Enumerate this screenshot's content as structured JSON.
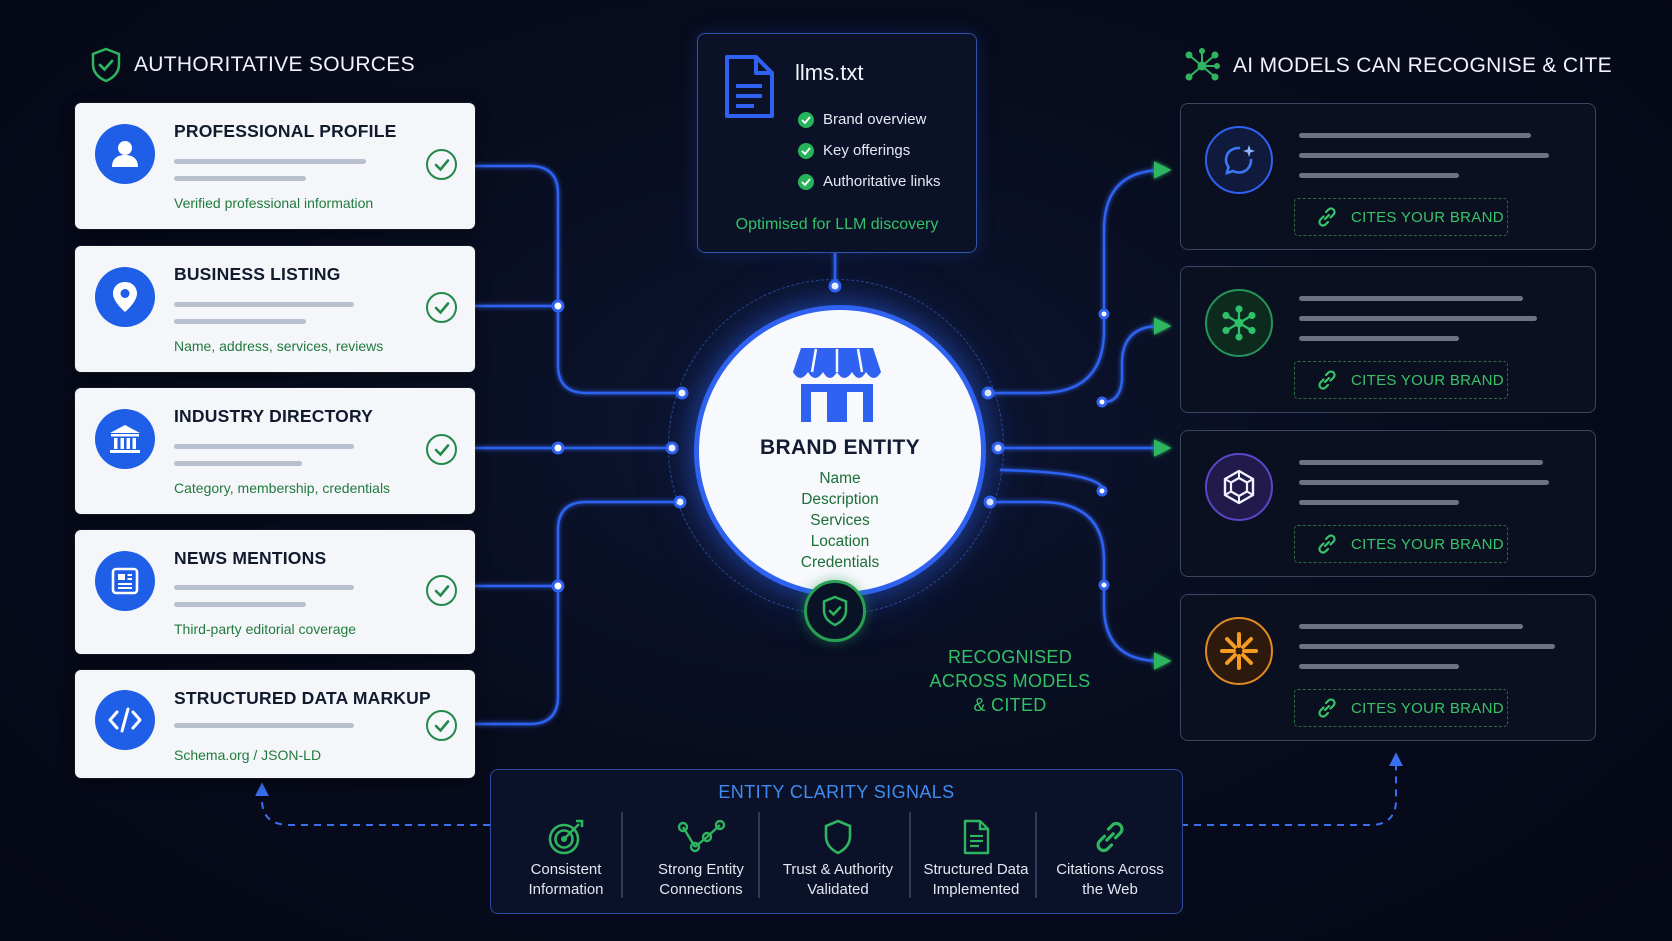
{
  "left_header": {
    "title": "AUTHORITATIVE SOURCES",
    "icon": "shield-check-icon"
  },
  "right_header": {
    "title": "AI MODELS CAN RECOGNISE & CITE",
    "icon": "network-nodes-icon"
  },
  "sources": [
    {
      "title": "PROFESSIONAL PROFILE",
      "desc": "Verified professional information",
      "icon": "user-icon"
    },
    {
      "title": "BUSINESS LISTING",
      "desc": "Name, address, services, reviews",
      "icon": "location-pin-icon"
    },
    {
      "title": "INDUSTRY DIRECTORY",
      "desc": "Category, membership, credentials",
      "icon": "institution-icon"
    },
    {
      "title": "NEWS MENTIONS",
      "desc": "Third-party editorial coverage",
      "icon": "newspaper-icon"
    },
    {
      "title": "STRUCTURED DATA MARKUP",
      "desc": "Schema.org / JSON-LD",
      "icon": "code-icon"
    }
  ],
  "llms": {
    "title": "llms.txt",
    "items": [
      "Brand overview",
      "Key offerings",
      "Authoritative links"
    ],
    "footer": "Optimised for LLM discovery"
  },
  "brand": {
    "title": "BRAND ENTITY",
    "attributes": [
      "Name",
      "Description",
      "Services",
      "Location",
      "Credentials"
    ]
  },
  "models": [
    {
      "icon": "sparkle-chat-icon",
      "cite_label": "CITES YOUR BRAND"
    },
    {
      "icon": "molecule-icon",
      "cite_label": "CITES YOUR BRAND"
    },
    {
      "icon": "hexagon-knot-icon",
      "cite_label": "CITES YOUR BRAND"
    },
    {
      "icon": "starburst-icon",
      "cite_label": "CITES YOUR BRAND"
    }
  ],
  "recognised": {
    "line1": "RECOGNISED",
    "line2": "ACROSS MODELS",
    "line3": "& CITED"
  },
  "signals": {
    "title": "ENTITY CLARITY SIGNALS",
    "items": [
      {
        "line1": "Consistent",
        "line2": "Information",
        "icon": "target-icon"
      },
      {
        "line1": "Strong Entity",
        "line2": "Connections",
        "icon": "connections-icon"
      },
      {
        "line1": "Trust & Authority",
        "line2": "Validated",
        "icon": "shield-icon"
      },
      {
        "line1": "Structured Data",
        "line2": "Implemented",
        "icon": "document-icon"
      },
      {
        "line1": "Citations Across",
        "line2": "the Web",
        "icon": "link-icon"
      }
    ]
  },
  "colors": {
    "accent_blue": "#2f62f0",
    "accent_green": "#33c165",
    "background": "#070b1c"
  }
}
